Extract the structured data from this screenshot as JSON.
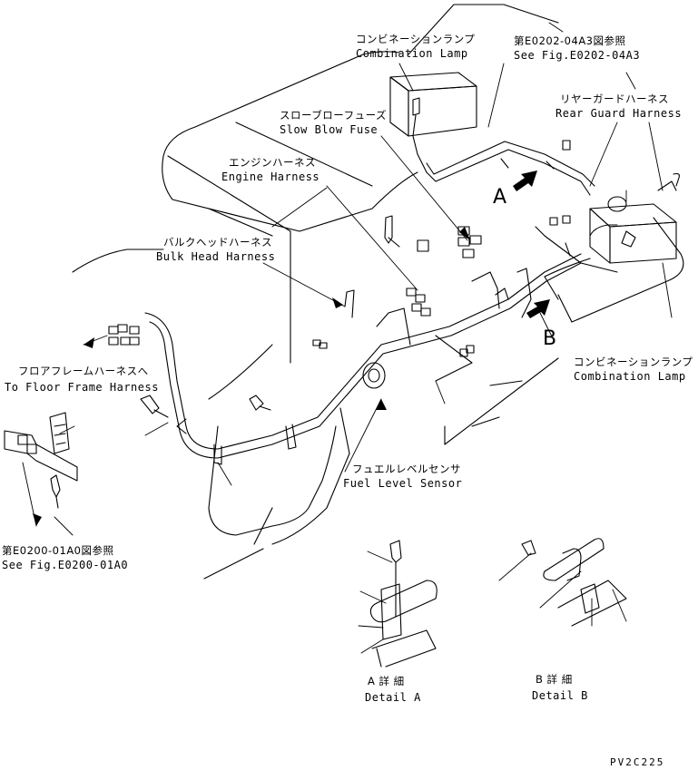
{
  "labels": {
    "combination_lamp_top": {
      "jp": "コンビネーションランプ",
      "en": "Combination Lamp"
    },
    "see_fig_top": {
      "jp": "第E0202-04A3図参照",
      "en": "See Fig.E0202-04A3"
    },
    "rear_guard_harness": {
      "jp": "リヤーガードハーネス",
      "en": "Rear Guard Harness"
    },
    "slow_blow_fuse": {
      "jp": "スローブローフューズ",
      "en": "Slow Blow Fuse"
    },
    "engine_harness": {
      "jp": "エンジンハーネス",
      "en": "Engine Harness"
    },
    "bulk_head_harness": {
      "jp": "バルクヘッドハーネス",
      "en": "Bulk Head Harness"
    },
    "floor_frame_harness": {
      "jp": "フロアフレームハーネスへ",
      "en": "To Floor Frame Harness"
    },
    "combination_lamp_right": {
      "jp": "コンビネーションランプ",
      "en": "Combination Lamp"
    },
    "fuel_level_sensor": {
      "jp": "フュエルレベルセンサ",
      "en": "Fuel Level Sensor"
    },
    "see_fig_bottom": {
      "jp": "第E0200-01A0図参照",
      "en": "See Fig.E0200-01A0"
    },
    "detail_a": {
      "jp": "A 詳 細",
      "en": "Detail A"
    },
    "detail_b": {
      "jp": "B 詳 細",
      "en": "Detail B"
    }
  },
  "markers": {
    "a": "A",
    "b": "B"
  },
  "drawing_code": "PV2C225"
}
